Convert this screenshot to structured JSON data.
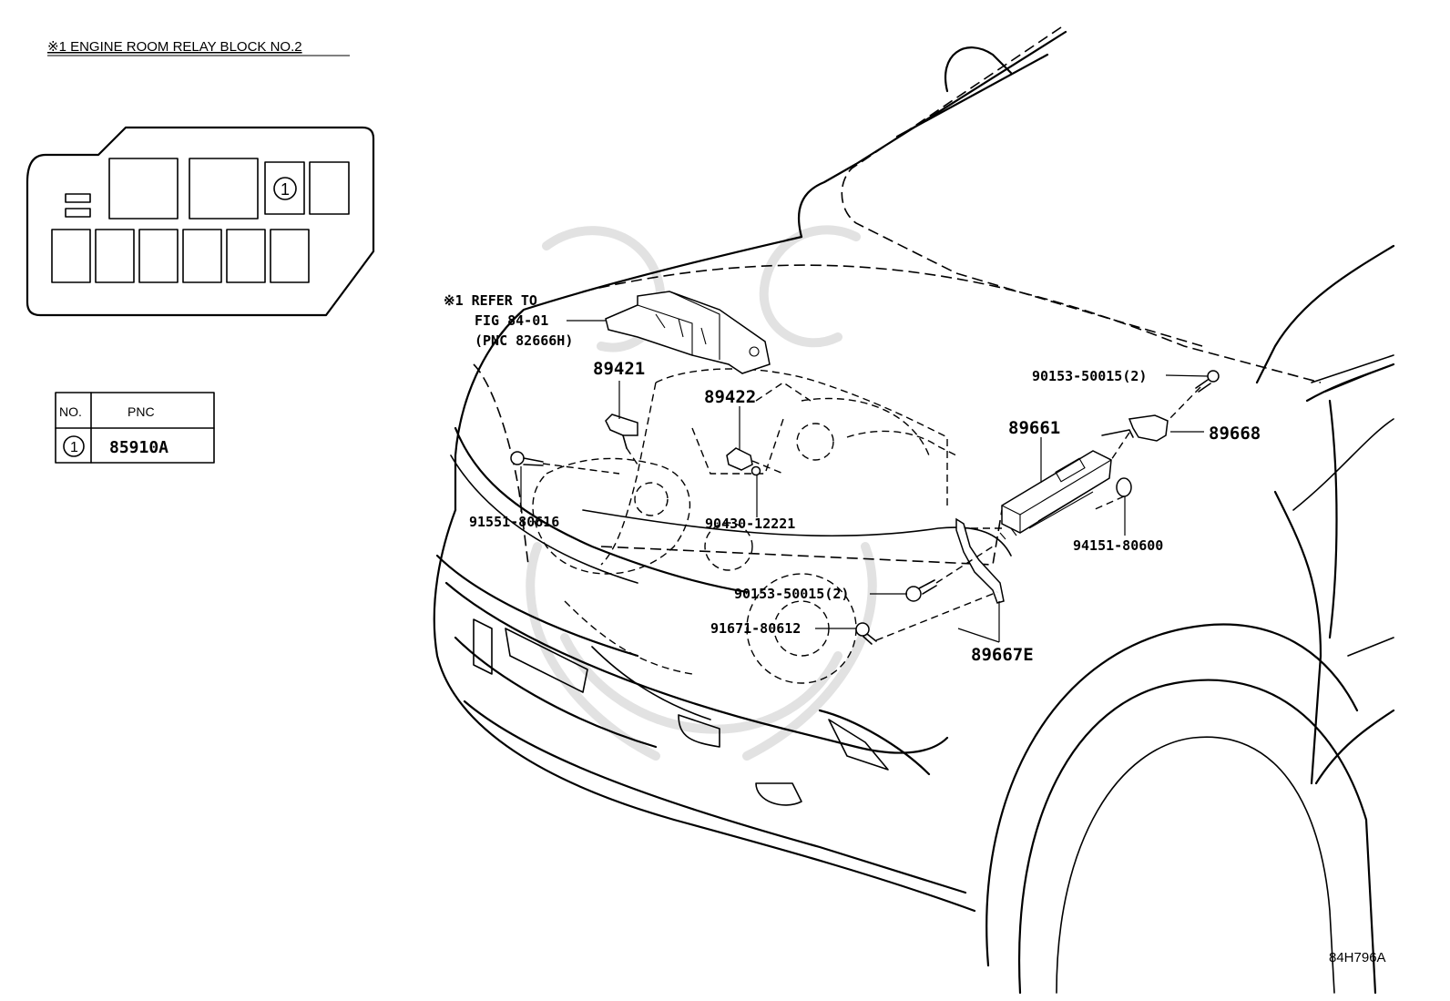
{
  "inset": {
    "title": "※1 ENGINE ROOM RELAY BLOCK NO.2",
    "relay_marker": "1"
  },
  "table": {
    "headers": [
      "NO.",
      "PNC"
    ],
    "rows": [
      {
        "no": "1",
        "pnc": "85910A"
      }
    ]
  },
  "reference": {
    "line1": "※1 REFER TO",
    "line2": "FIG 84-01",
    "line3": "(PNC 82666H)"
  },
  "callouts": {
    "p89421": "89421",
    "p89422": "89422",
    "p89661": "89661",
    "p89668": "89668",
    "p89667e": "89667E",
    "p90153_top": "90153-50015(2)",
    "p90153_mid": "90153-50015(2)",
    "p91551": "91551-80616",
    "p90430": "90430-12221",
    "p94151": "94151-80600",
    "p91671": "91671-80612"
  },
  "diagram_id": "84H796A"
}
